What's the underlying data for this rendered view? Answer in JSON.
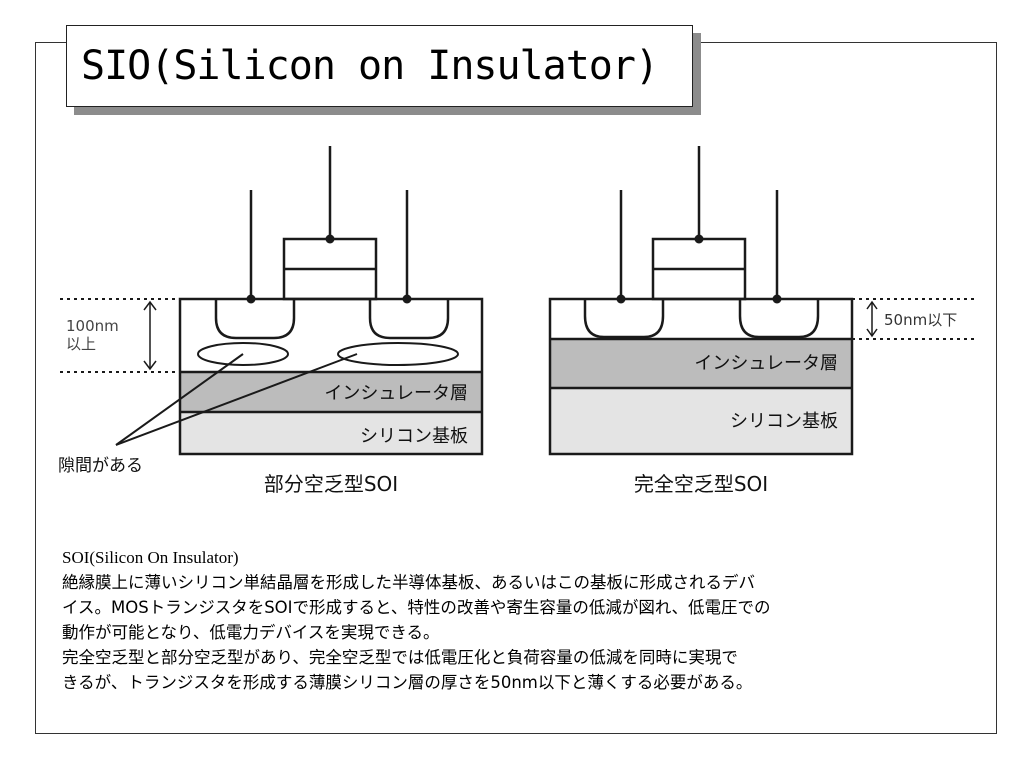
{
  "slide": {
    "title": "SIO(Silicon on Insulator)"
  },
  "diagram": {
    "left": {
      "caption": "部分空乏型SOI",
      "insulator_label": "インシュレータ層",
      "substrate_label": "シリコン基板",
      "thickness_label_line1": "100nm",
      "thickness_label_line2": "以上",
      "gap_label": "隙間がある"
    },
    "right": {
      "caption": "完全空乏型SOI",
      "insulator_label": "インシュレータ層",
      "substrate_label": "シリコン基板",
      "thickness_label": "50nm以下"
    },
    "colors": {
      "insulator": "#bcbcbc",
      "substrate": "#e4e4e4",
      "line": "#1a1a1a"
    }
  },
  "description": {
    "lines": [
      "SOI(Silicon On Insulator)",
      "絶縁膜上に薄いシリコン単結晶層を形成した半導体基板、あるいはこの基板に形成されるデバ",
      "イス。MOSトランジスタをSOIで形成すると、特性の改善や寄生容量の低減が図れ、低電圧での",
      "動作が可能となり、低電力デバイスを実現できる。",
      "完全空乏型と部分空乏型があり、完全空乏型では低電圧化と負荷容量の低減を同時に実現で",
      "きるが、トランジスタを形成する薄膜シリコン層の厚さを50nm以下と薄くする必要がある。"
    ]
  }
}
